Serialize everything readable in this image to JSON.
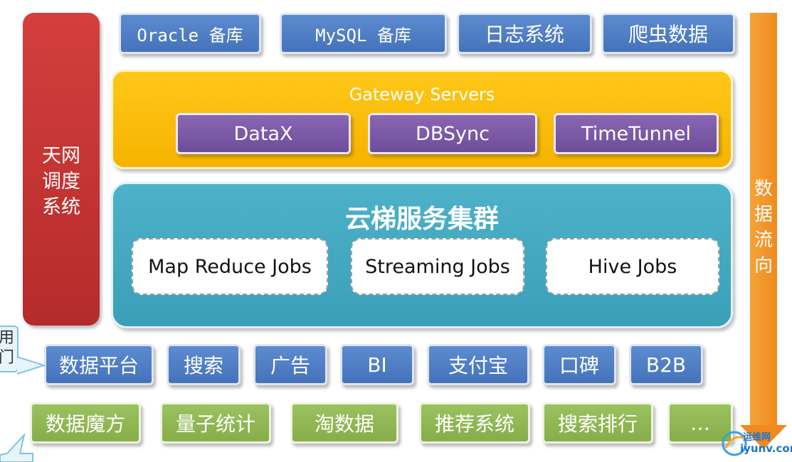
{
  "scheduler": {
    "label_lines": [
      "天网",
      "调度",
      "系统"
    ]
  },
  "sources": [
    "Oracle 备库",
    "MySQL 备库",
    "日志系统",
    "爬虫数据"
  ],
  "gateway": {
    "title": "Gateway Servers",
    "tools": [
      "DataX",
      "DBSync",
      "TimeTunnel"
    ]
  },
  "cluster": {
    "title": "云梯服务集群",
    "jobs": [
      "Map Reduce Jobs",
      "Streaming Jobs",
      "Hive Jobs"
    ]
  },
  "data_flow": {
    "label_lines": [
      "数",
      "据",
      "流",
      "向"
    ]
  },
  "business_units": [
    "数据平台",
    "搜索",
    "广告",
    "BI",
    "支付宝",
    "口碑",
    "B2B"
  ],
  "products": [
    "数据魔方",
    "量子统计",
    "淘数据",
    "推荐系统",
    "搜索排行",
    "…"
  ],
  "callouts": {
    "upper_lines": [
      "用",
      "门"
    ]
  },
  "watermark": {
    "top": "运维网",
    "bottom": "iyunv.com"
  }
}
